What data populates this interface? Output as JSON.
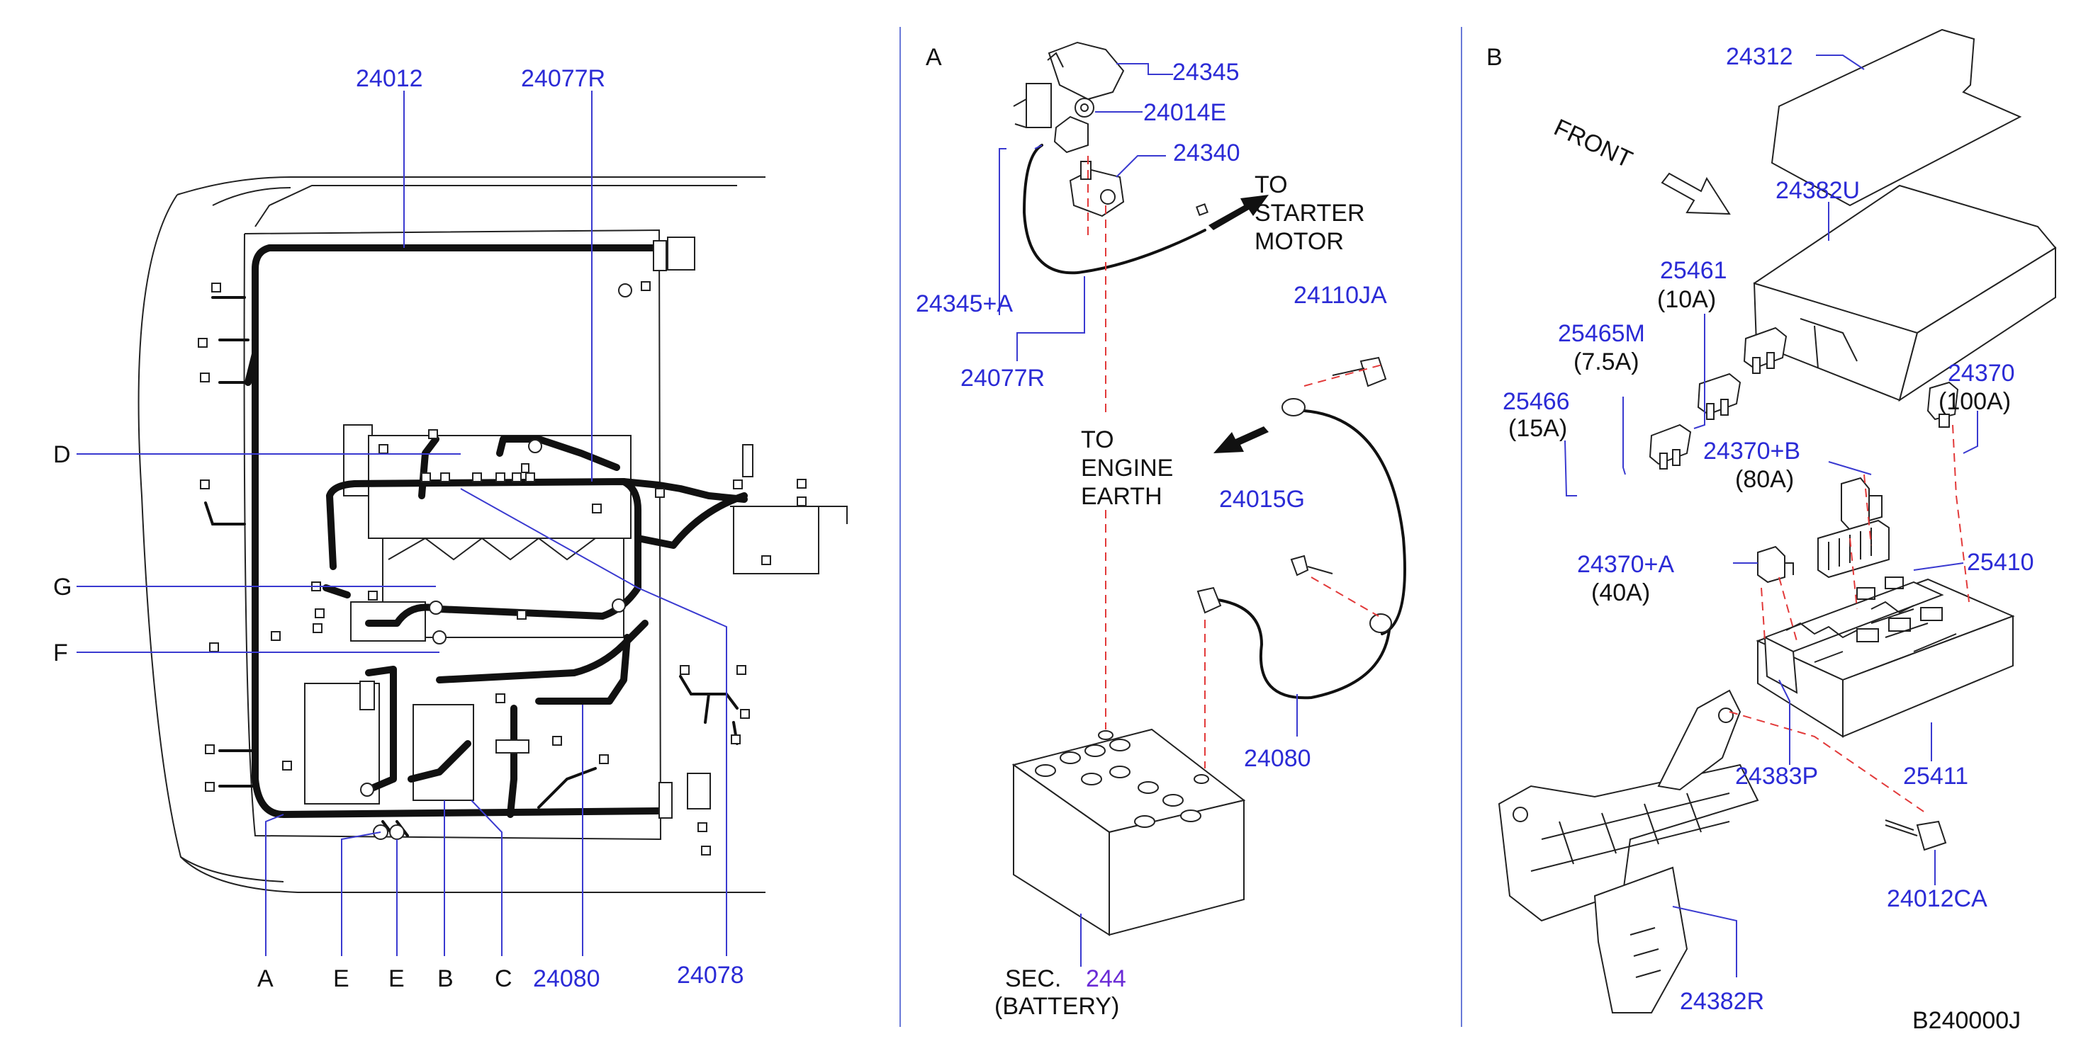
{
  "figure_code": "B240000J",
  "colors": {
    "part_number": "#2b2bd6",
    "label": "#111111",
    "ref_link": "#6a2bd6",
    "dash": "#e23a3a"
  },
  "left": {
    "top": [
      "24012",
      "24077R"
    ],
    "side": [
      "D",
      "G",
      "F"
    ],
    "bottom": [
      "A",
      "E",
      "E",
      "B",
      "C",
      "24080",
      "24078"
    ]
  },
  "middle": {
    "section": "A",
    "parts": [
      "24345",
      "24014E",
      "24340",
      "24345+A",
      "24077R",
      "24110JA",
      "24015G",
      "24080"
    ],
    "to_starter": [
      "TO",
      "STARTER",
      "MOTOR"
    ],
    "to_earth": [
      "TO",
      "ENGINE",
      "EARTH"
    ],
    "battery_sec": "SEC.",
    "battery_ref": "244",
    "battery_name": "(BATTERY)"
  },
  "right": {
    "section": "B",
    "front": "FRONT",
    "parts": [
      "24312",
      "24382U",
      "25461",
      "25465M",
      "25466",
      "24370",
      "24370+B",
      "24370+A",
      "25410",
      "24383P",
      "25411",
      "24012CA",
      "24382R"
    ],
    "ratings": [
      "(10A)",
      "(7.5A)",
      "(15A)",
      "(100A)",
      "(80A)",
      "(40A)"
    ]
  }
}
